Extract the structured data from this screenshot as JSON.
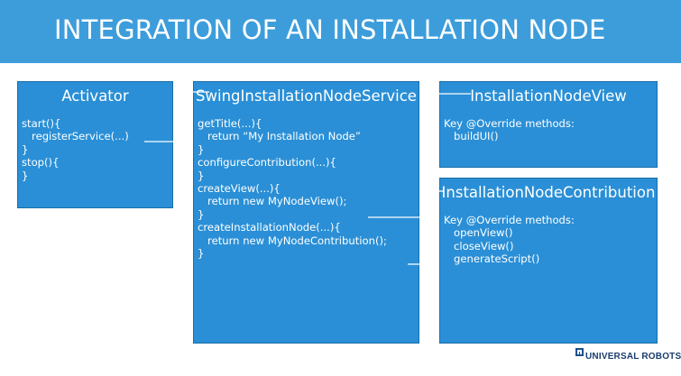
{
  "slide": {
    "title": "INTEGRATION OF AN INSTALLATION NODE"
  },
  "boxes": {
    "activator": {
      "title": "Activator",
      "body": "start(){\n   registerService(...)\n}\nstop(){\n}"
    },
    "service": {
      "title": "SwingInstallationNodeService",
      "body": "getTitle(...){\n   return “My Installation Node”\n}\nconfigureContribution(...){\n}\ncreateView(...){\n   return new MyNodeView();\n}\ncreateInstallationNode(...){\n   return new MyNodeContribution();\n}"
    },
    "view": {
      "title": "InstallationNodeView",
      "body": "Key @Override methods:\n   buildUI()"
    },
    "contribution": {
      "title": "InstallationNodeContribution",
      "body": "Key @Override methods:\n   openView()\n   closeView()\n   generateScript()"
    }
  },
  "footer": {
    "brand": "UNIVERSAL ROBOTS"
  },
  "colors": {
    "header": "#3d9ddb",
    "box": "#2a8fd6",
    "connector": "#ffffff"
  }
}
